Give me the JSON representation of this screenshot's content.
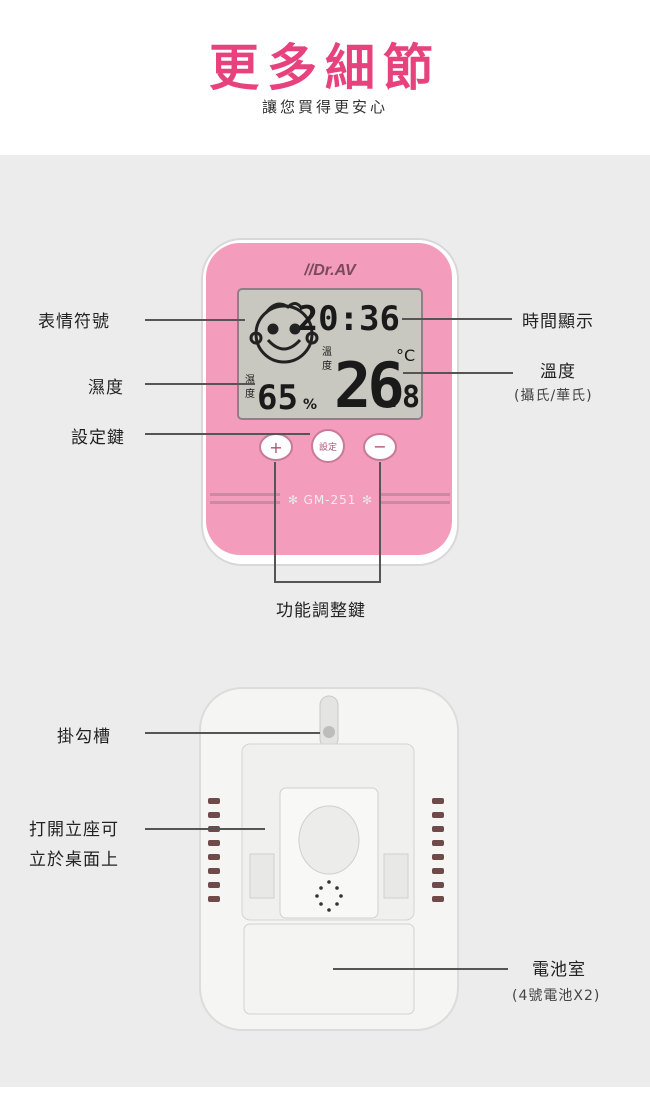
{
  "header": {
    "title": "更多細節",
    "subtitle": "讓您買得更安心"
  },
  "front": {
    "brand": "Dr.AV",
    "time": "20:36",
    "humidity_label": "濕度",
    "humidity_value": "65",
    "humidity_unit": "%",
    "temp_label": "溫度",
    "temp_value": "26",
    "temp_decimal": ".8",
    "temp_unit": "°C",
    "set_button": "設定",
    "plus_button": "+",
    "minus_button": "−",
    "model": "GM-251",
    "body_color": "#f49cbb",
    "callouts": {
      "face": "表情符號",
      "humidity": "濕度",
      "set_key": "設定鍵",
      "time": "時間顯示",
      "temperature": "溫度",
      "temperature_sub": "(攝氏/華氏)",
      "adjust_keys": "功能調整鍵"
    }
  },
  "back": {
    "callouts": {
      "hook": "掛勾槽",
      "stand_line1": "打開立座可",
      "stand_line2": "立於桌面上",
      "battery": "電池室",
      "battery_sub": "(4號電池X2)"
    }
  }
}
